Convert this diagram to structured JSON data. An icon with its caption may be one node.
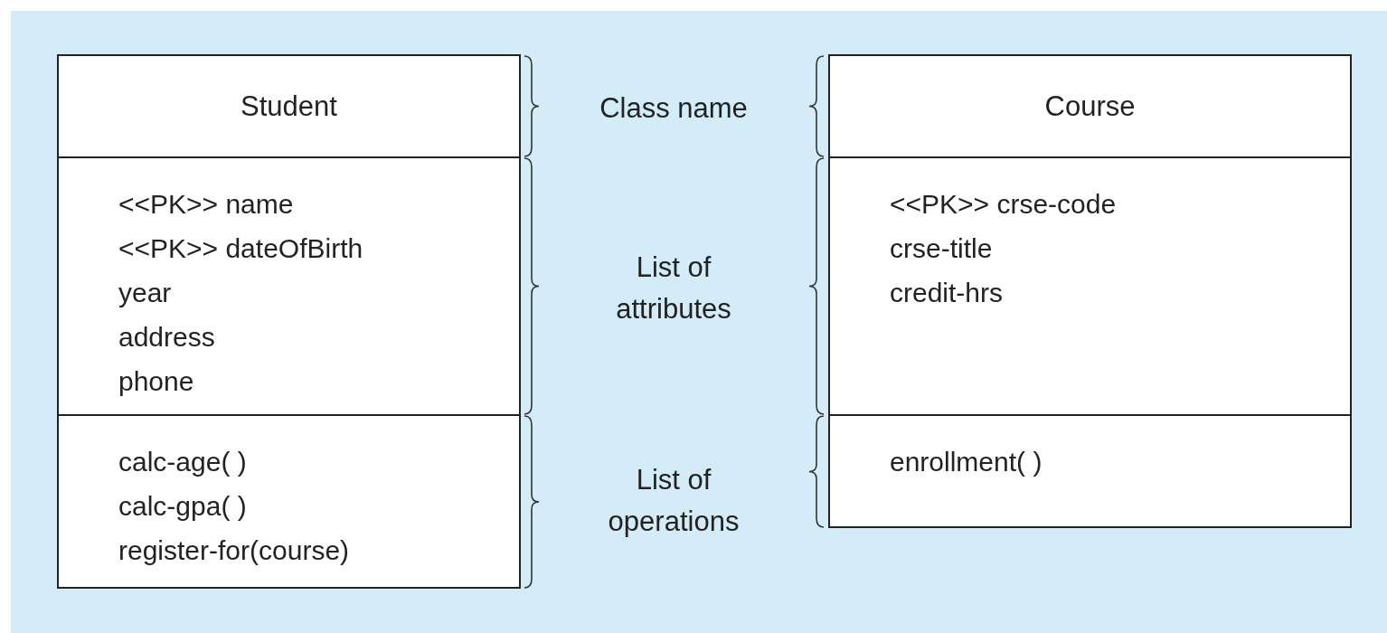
{
  "diagram": {
    "nodes": [
      {
        "text": [
          "Student"
        ]
      },
      {
        "text": [
          "<<PK>> name",
          "<<PK>> dateOfBirth",
          "year",
          "address",
          "phone"
        ]
      },
      {
        "text": [
          "calc-age( )",
          "calc-gpa( )",
          "register-for(course)"
        ]
      },
      {
        "text": [
          "Course"
        ]
      },
      {
        "text": [
          "<<PK>> crse-code",
          "crse-title",
          "credit-hrs"
        ]
      },
      {
        "text": [
          "enrollment( )"
        ]
      }
    ],
    "labels": [
      "Class name",
      "List of attributes",
      "List of operations"
    ]
  }
}
